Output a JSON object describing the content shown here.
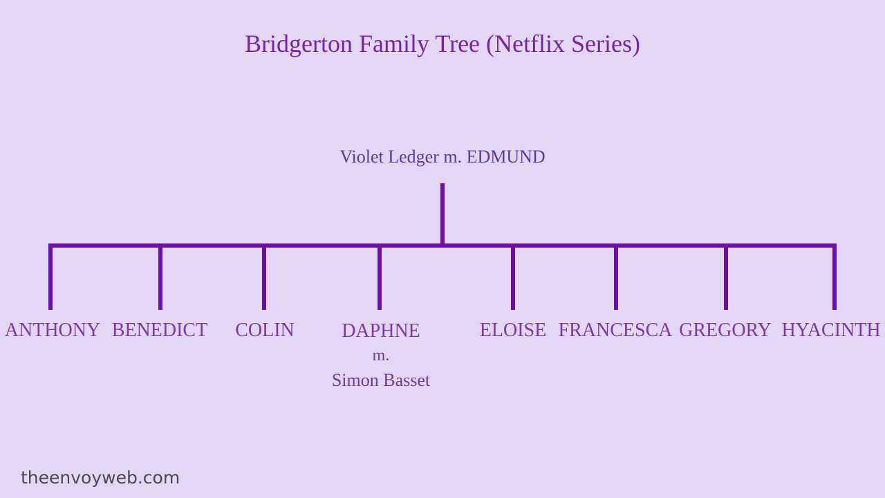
{
  "title": "Bridgerton Family Tree (Netflix Series)",
  "parents": {
    "label": "Violet Ledger m. EDMUND"
  },
  "children": [
    {
      "name": "ANTHONY"
    },
    {
      "name": "BENEDICT"
    },
    {
      "name": "COLIN"
    },
    {
      "name": "DAPHNE",
      "marriage_prefix": "m.",
      "spouse": "Simon Basset"
    },
    {
      "name": "ELOISE"
    },
    {
      "name": "FRANCESCA"
    },
    {
      "name": "GREGORY"
    },
    {
      "name": "HYACINTH"
    }
  ],
  "watermark": "theenvoyweb.com",
  "colors": {
    "background": "#E3D7F7",
    "line": "#6C0EAC",
    "title_text": "#7823AB",
    "parent_text": "#5D3A9E",
    "name_text": "#7C3AA6",
    "sub_text": "#6F3BA3",
    "watermark_text": "#4B4A50"
  }
}
